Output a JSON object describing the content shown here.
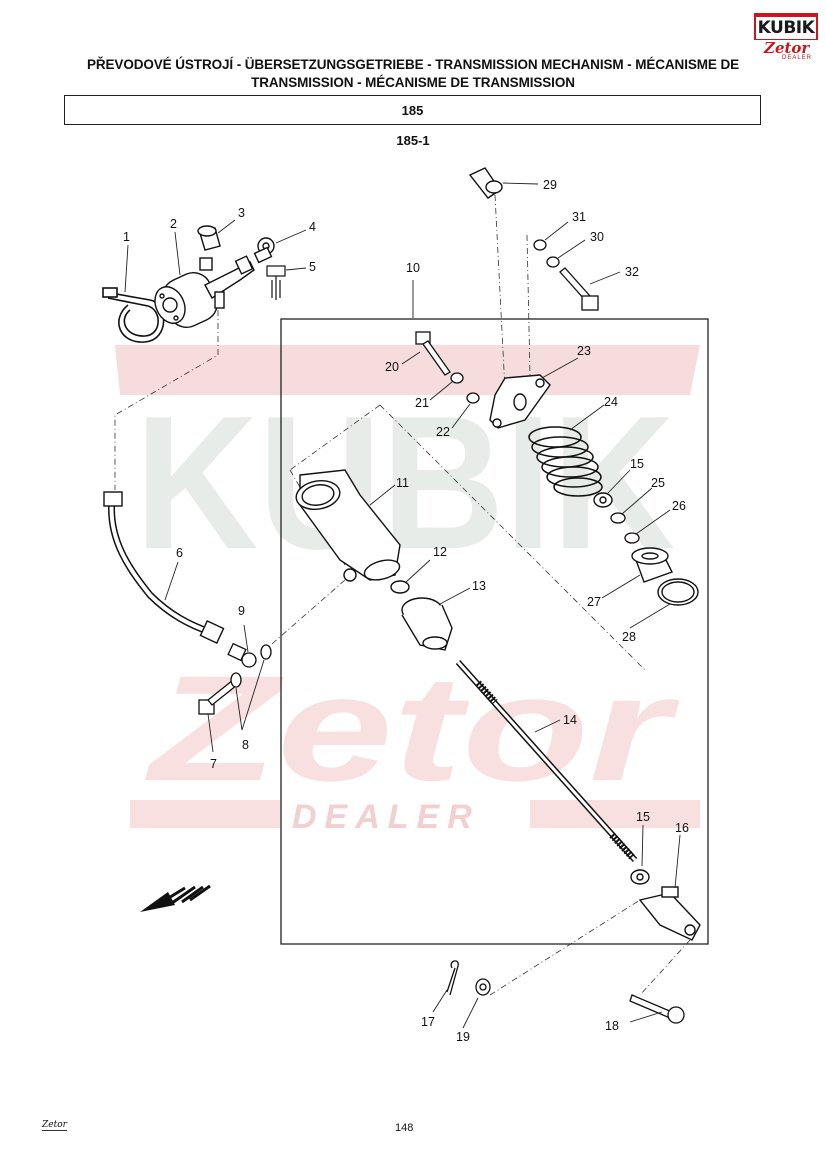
{
  "header": {
    "title_line1": "PŘEVODOVÉ ÚSTROJÍ - ÜBERSETZUNGSGETRIEBE - TRANSMISSION MECHANISM - MÉCANISME DE",
    "title_line2": "TRANSMISSION - MÉCANISME DE TRANSMISSION",
    "section_code": "185",
    "figure_code": "185-1"
  },
  "logo": {
    "brand": "KUBIK",
    "sub_brand": "Zetor",
    "tagline": "DEALER",
    "brand_color": "#c8181e"
  },
  "watermark": {
    "text_main": "KUBIK",
    "text_brand": "Zetor",
    "text_dealer": "DEALER",
    "color_light": "#f5d5d5",
    "color_gray": "#e6e6e6"
  },
  "labels": {
    "l1": "1",
    "l2": "2",
    "l3": "3",
    "l4": "4",
    "l5": "5",
    "l6": "6",
    "l7": "7",
    "l8": "8",
    "l9": "9",
    "l10": "10",
    "l11": "11",
    "l12": "12",
    "l13": "13",
    "l14": "14",
    "l15a": "15",
    "l15b": "15",
    "l16": "16",
    "l17": "17",
    "l18": "18",
    "l19": "19",
    "l20": "20",
    "l21": "21",
    "l22": "22",
    "l23": "23",
    "l24": "24",
    "l25": "25",
    "l26": "26",
    "l27": "27",
    "l28": "28",
    "l29": "29",
    "l30": "30",
    "l31": "31",
    "l32": "32"
  },
  "footer": {
    "brand": "Zetor",
    "page_number": "148"
  }
}
